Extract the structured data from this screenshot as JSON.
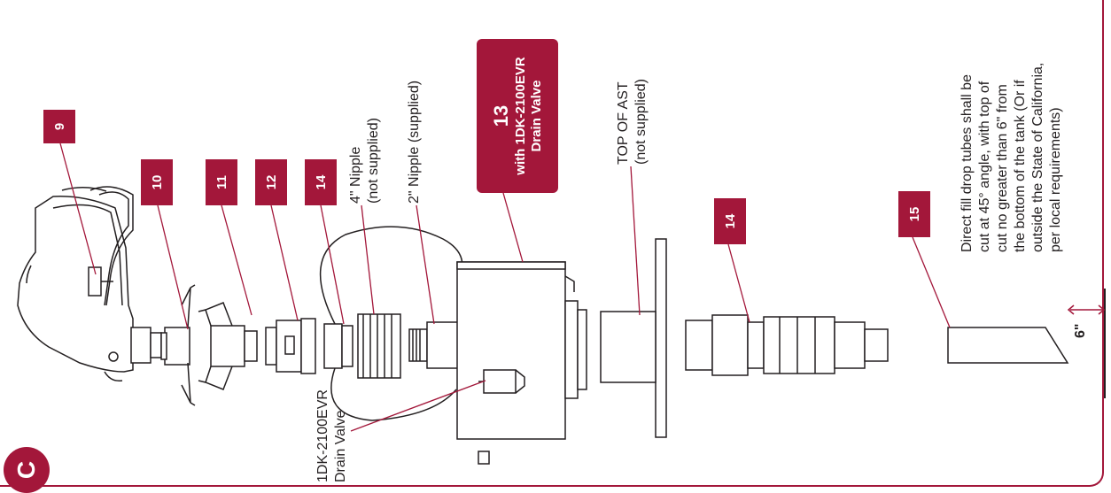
{
  "section_letter": "C",
  "colors": {
    "accent": "#a3173a",
    "line": "#231f20",
    "leader": "#a3173a"
  },
  "badges": {
    "b9": "9",
    "b10": "10",
    "b11": "11",
    "b12": "12",
    "b14a": "14",
    "b14b": "14",
    "b15": "15"
  },
  "badge13": {
    "number": "13",
    "line1": "with 1DK-2100EVR",
    "line2": "Drain Valve"
  },
  "labels": {
    "nipple4_l1": "4\" Nipple",
    "nipple4_l2": "(not supplied)",
    "nipple2": "2\" Nipple (supplied)",
    "top_ast_l1": "TOP OF AST",
    "top_ast_l2": "(not supplied)",
    "drain_l1": "1DK-2100EVR",
    "drain_l2": "Drain Valve",
    "note_lines": [
      "Direct fill drop tubes shall be",
      "cut at 45° angle, with top of",
      "cut no greater than 6\" from",
      "the bottom of the tank (Or if",
      "outside the State of California,",
      "per local requirements)"
    ],
    "dimension": "6\""
  }
}
